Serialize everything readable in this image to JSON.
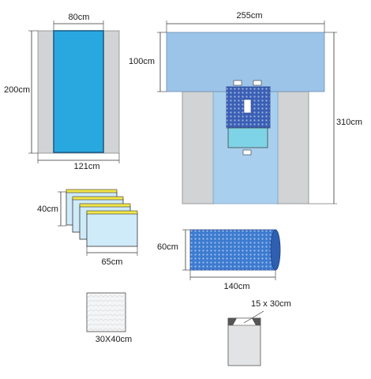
{
  "labels": {
    "sheet_width": "80cm",
    "sheet_height": "200cm",
    "sheet_outer_width": "121cm",
    "drape_width": "255cm",
    "drape_top_height": "100cm",
    "drape_height": "310cm",
    "towels_height": "40cm",
    "towels_width": "65cm",
    "roll_height": "60cm",
    "roll_width": "140cm",
    "gauze_size": "30X40cm",
    "pouch_size": "15 x 30cm"
  },
  "colors": {
    "grey_panel": "#d1d3d4",
    "blue_sheet": "#29a8e0",
    "light_blue": "#9cc4e8",
    "drape_body": "#a9cfee",
    "patch_blue": "#3b5fb5",
    "window_cyan": "#7fd3e6",
    "towel_fill": "#cfeaf8",
    "towel_tab": "#f2e64a",
    "roll_fill": "#3c7ad0",
    "dim_line": "#333333"
  }
}
